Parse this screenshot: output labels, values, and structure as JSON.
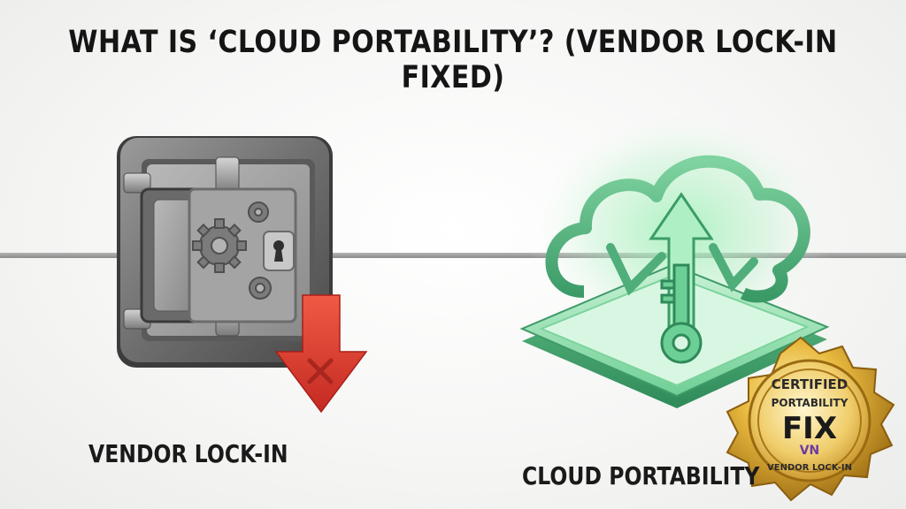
{
  "title": "WHAT IS ‘CLOUD PORTABILITY’? (VENDOR LOCK-IN FIXED)",
  "left": {
    "label": "VENDOR LOCK-IN",
    "icons": [
      "safe-vault-icon",
      "gear-icon",
      "keyhole-icon",
      "down-arrow-icon",
      "x-mark-icon"
    ]
  },
  "right": {
    "label": "CLOUD PORTABILITY",
    "icons": [
      "cloud-icon",
      "up-arrow-icon",
      "key-icon",
      "platform-icon"
    ]
  },
  "badge": {
    "top": "CERTIFIED",
    "middle": "PORTABILITY",
    "main": "FIX",
    "logo": "VN",
    "bottom": "VENDOR LOCK-IN"
  },
  "colors": {
    "title": "#151515",
    "safe": "#6b6b6b",
    "arrow_red": "#d83a2e",
    "cloud_green": "#5cbf86",
    "badge_gold": "#d4a12c"
  }
}
